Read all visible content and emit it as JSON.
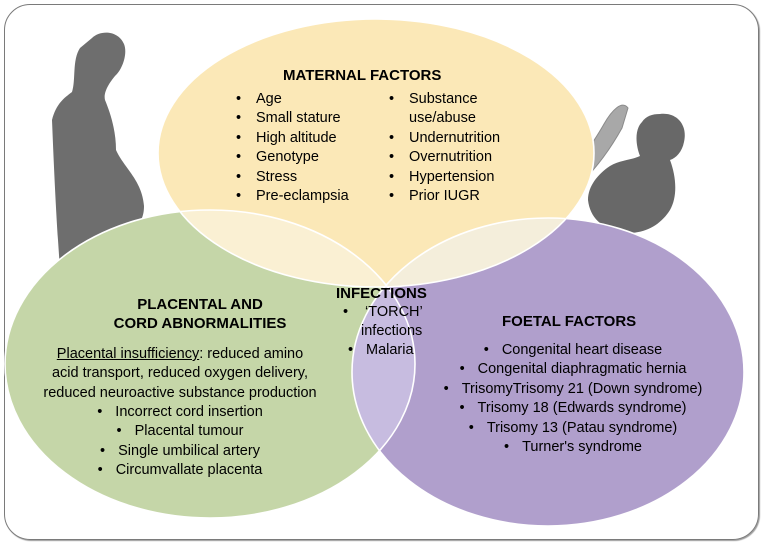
{
  "diagram": {
    "type": "venn",
    "colors": {
      "maternal": "#fbe8b7",
      "placental": "#c5d6a8",
      "foetal": "#b09fcc",
      "maternal_placental_overlap": "#faf0d3",
      "maternal_foetal_overlap": "#f4eedb",
      "placental_foetal_overlap": "#c7bce0",
      "outline": "#ffffff",
      "frame": "#7a7a7a",
      "silhouette": "#6e6e6e"
    },
    "illustrations": {
      "left": "pregnant-woman-silhouette",
      "right": "fetus-with-placenta-silhouette"
    },
    "maternal": {
      "title": "MATERNAL FACTORS",
      "left_items": [
        "Age",
        "Small stature",
        "High altitude",
        "Genotype",
        "Stress",
        "Pre-eclampsia"
      ],
      "right_items": [
        "Substance use/abuse",
        "Undernutrition",
        "Overnutrition",
        "Hypertension",
        "Prior IUGR"
      ]
    },
    "placental": {
      "title_line1": "PLACENTAL AND",
      "title_line2": "CORD ABNORMALITIES",
      "insufficiency_label": "Placental insufficiency",
      "insufficiency_text_1": ": reduced amino",
      "insufficiency_text_2": "acid transport, reduced oxygen delivery,",
      "insufficiency_text_3": "reduced neuroactive substance production",
      "items": [
        "Incorrect cord insertion",
        "Placental tumour",
        "Single umbilical artery",
        "Circumvallate placenta"
      ]
    },
    "infections": {
      "title": "INFECTIONS",
      "items": [
        "‘TORCH’",
        "infections",
        "Malaria"
      ]
    },
    "foetal": {
      "title": "FOETAL FACTORS",
      "items": [
        "Congenital heart disease",
        "Congenital diaphragmatic hernia",
        "TrisomyTrisomy 21 (Down syndrome)",
        "Trisomy 18 (Edwards syndrome)",
        "Trisomy 13 (Patau syndrome)",
        "Turner's syndrome"
      ]
    }
  }
}
